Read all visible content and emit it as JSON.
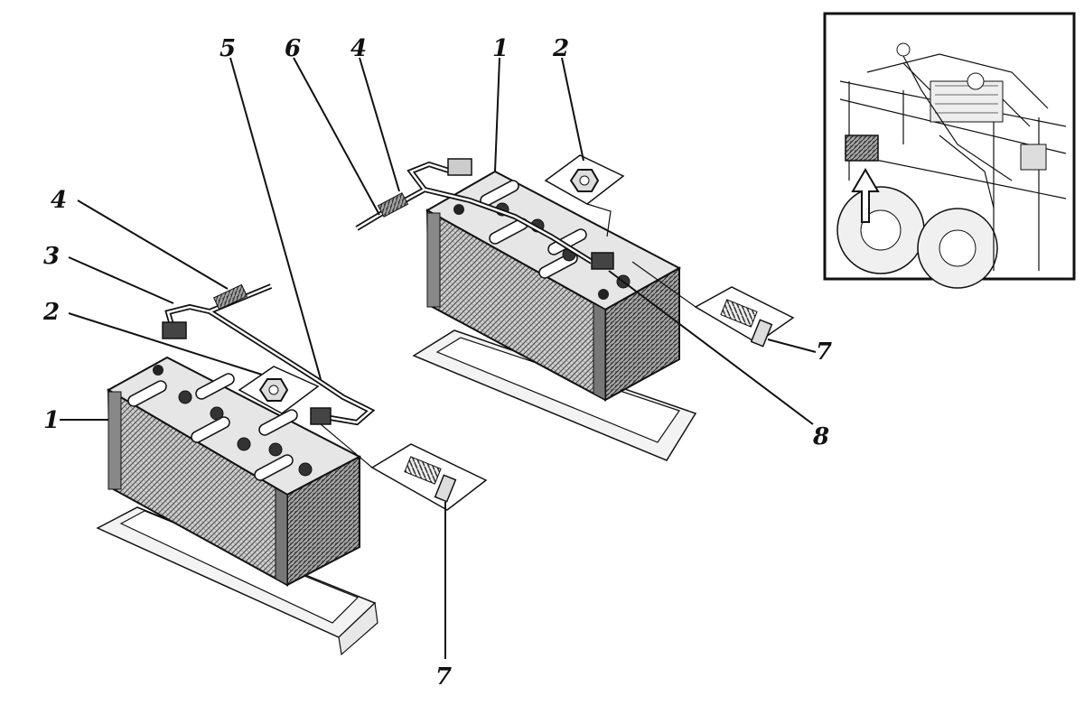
{
  "colors": {
    "ink": "#111111",
    "paper": "#ffffff",
    "battery_front": "#bdbdbd",
    "battery_side": "#9a9a9a",
    "tray": "#f2f2f2"
  },
  "callouts": {
    "c5": "5",
    "c6": "6",
    "c4_top": "4",
    "c1_right": "1",
    "c2_right": "2",
    "c4_left": "4",
    "c3": "3",
    "c2_left": "2",
    "c1_left": "1",
    "c7_right": "7",
    "c8": "8",
    "c7_bottom": "7"
  }
}
